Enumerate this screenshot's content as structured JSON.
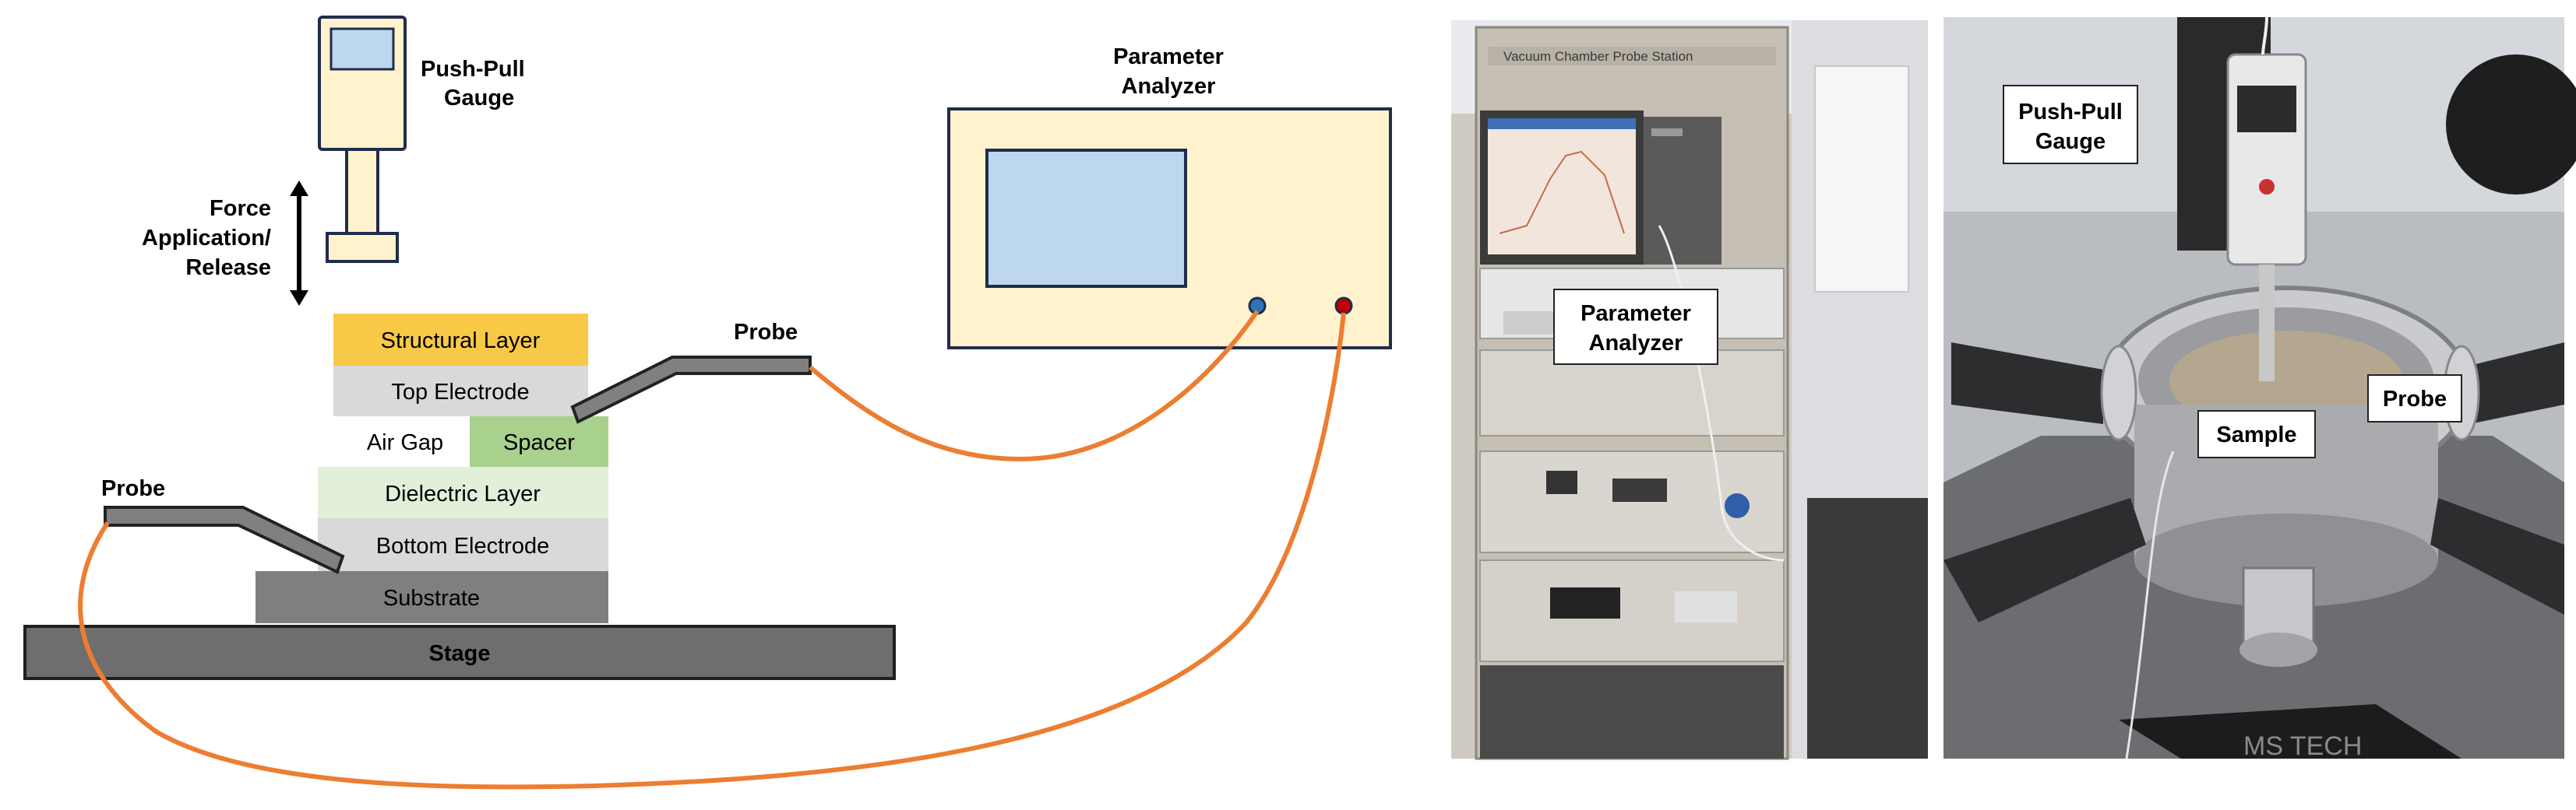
{
  "schematic": {
    "gauge_label": [
      "Push-Pull",
      "Gauge"
    ],
    "force_label": [
      "Force",
      "Application/",
      "Release"
    ],
    "analyzer_label": [
      "Parameter",
      "Analyzer"
    ],
    "probe_right_label": "Probe",
    "probe_left_label": "Probe",
    "layers": {
      "structural": "Structural Layer",
      "top_electrode": "Top Electrode",
      "air_gap": "Air Gap",
      "spacer": "Spacer",
      "dielectric": "Dielectric Layer",
      "bottom_electrode": "Bottom Electrode",
      "substrate": "Substrate",
      "stage": "Stage"
    },
    "colors": {
      "structural": "#f7c947",
      "electrode": "#d9d9d9",
      "spacer": "#a9d18e",
      "dielectric": "#e2efd9",
      "substrate": "#7f7f7f",
      "stage": "#6e6e6e",
      "cable": "#ed7d31",
      "instrument_body": "#fff2cc",
      "screen": "#bdd7ee"
    }
  },
  "photo_left": {
    "cabinet_caption": "Vacuum Chamber Probe Station",
    "callout": [
      "Parameter",
      "Analyzer"
    ]
  },
  "photo_right": {
    "callout_gauge": [
      "Push-Pull",
      "Gauge"
    ],
    "callout_sample": "Sample",
    "callout_probe": "Probe",
    "brand_text": "MS TECH"
  }
}
